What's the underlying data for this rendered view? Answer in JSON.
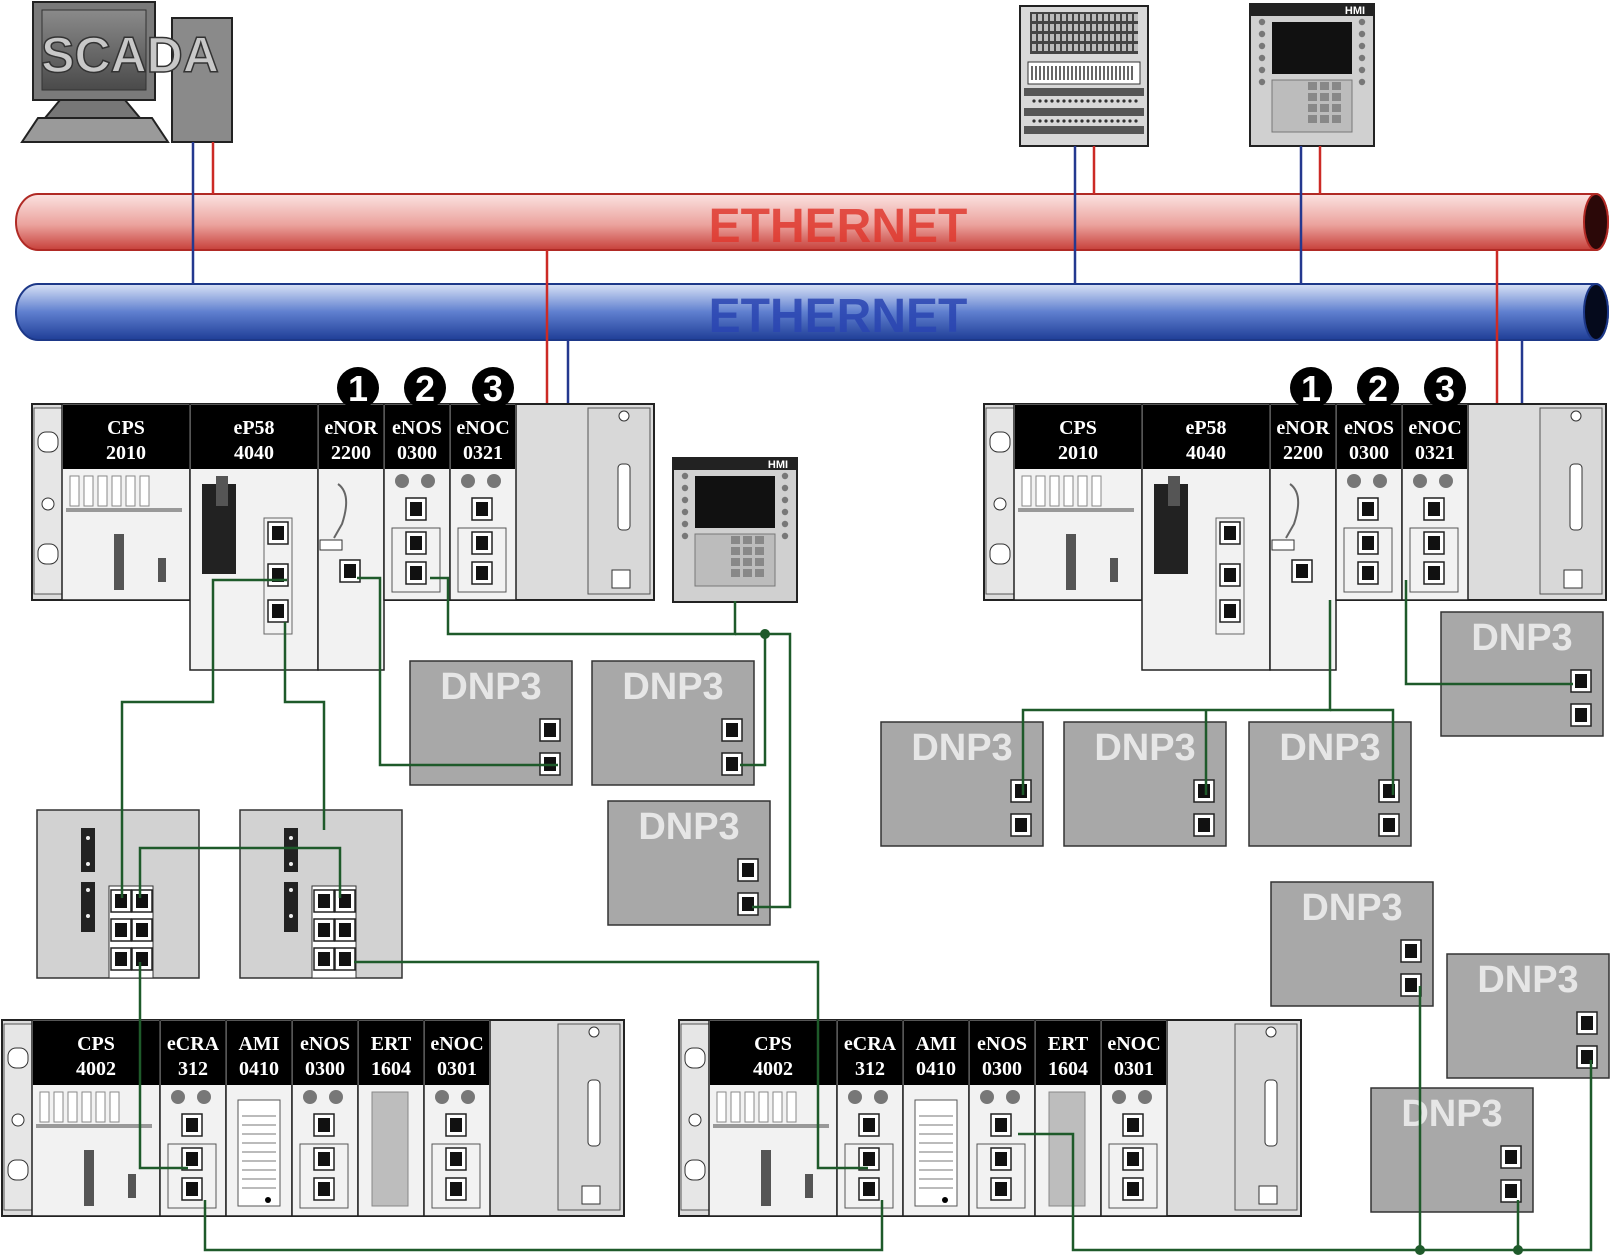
{
  "networks": {
    "red_bus_label": "ETHERNET",
    "blue_bus_label": "ETHERNET",
    "red_color": "#d4453f",
    "blue_color": "#2b4fae",
    "link_color": "#1e5a2a"
  },
  "scada": {
    "label": "SCADA"
  },
  "hmi_label": "HMI",
  "markers": [
    "1",
    "2",
    "3"
  ],
  "dnp3_label": "DNP3",
  "left_main_rack": {
    "modules": [
      {
        "line1": "CPS",
        "line2": "2010"
      },
      {
        "line1": "eP58",
        "line2": "4040"
      },
      {
        "line1": "eNOR",
        "line2": "2200"
      },
      {
        "line1": "eNOS",
        "line2": "0300"
      },
      {
        "line1": "eNOC",
        "line2": "0321"
      }
    ]
  },
  "right_main_rack": {
    "modules": [
      {
        "line1": "CPS",
        "line2": "2010"
      },
      {
        "line1": "eP58",
        "line2": "4040"
      },
      {
        "line1": "eNOR",
        "line2": "2200"
      },
      {
        "line1": "eNOS",
        "line2": "0300"
      },
      {
        "line1": "eNOC",
        "line2": "0321"
      }
    ]
  },
  "bottom_left_rack": {
    "modules": [
      {
        "line1": "CPS",
        "line2": "4002"
      },
      {
        "line1": "eCRA",
        "line2": "312"
      },
      {
        "line1": "AMI",
        "line2": "0410"
      },
      {
        "line1": "eNOS",
        "line2": "0300"
      },
      {
        "line1": "ERT",
        "line2": "1604"
      },
      {
        "line1": "eNOC",
        "line2": "0301"
      }
    ]
  },
  "bottom_right_rack": {
    "modules": [
      {
        "line1": "CPS",
        "line2": "4002"
      },
      {
        "line1": "eCRA",
        "line2": "312"
      },
      {
        "line1": "AMI",
        "line2": "0410"
      },
      {
        "line1": "eNOS",
        "line2": "0300"
      },
      {
        "line1": "ERT",
        "line2": "1604"
      },
      {
        "line1": "eNOC",
        "line2": "0301"
      }
    ]
  }
}
